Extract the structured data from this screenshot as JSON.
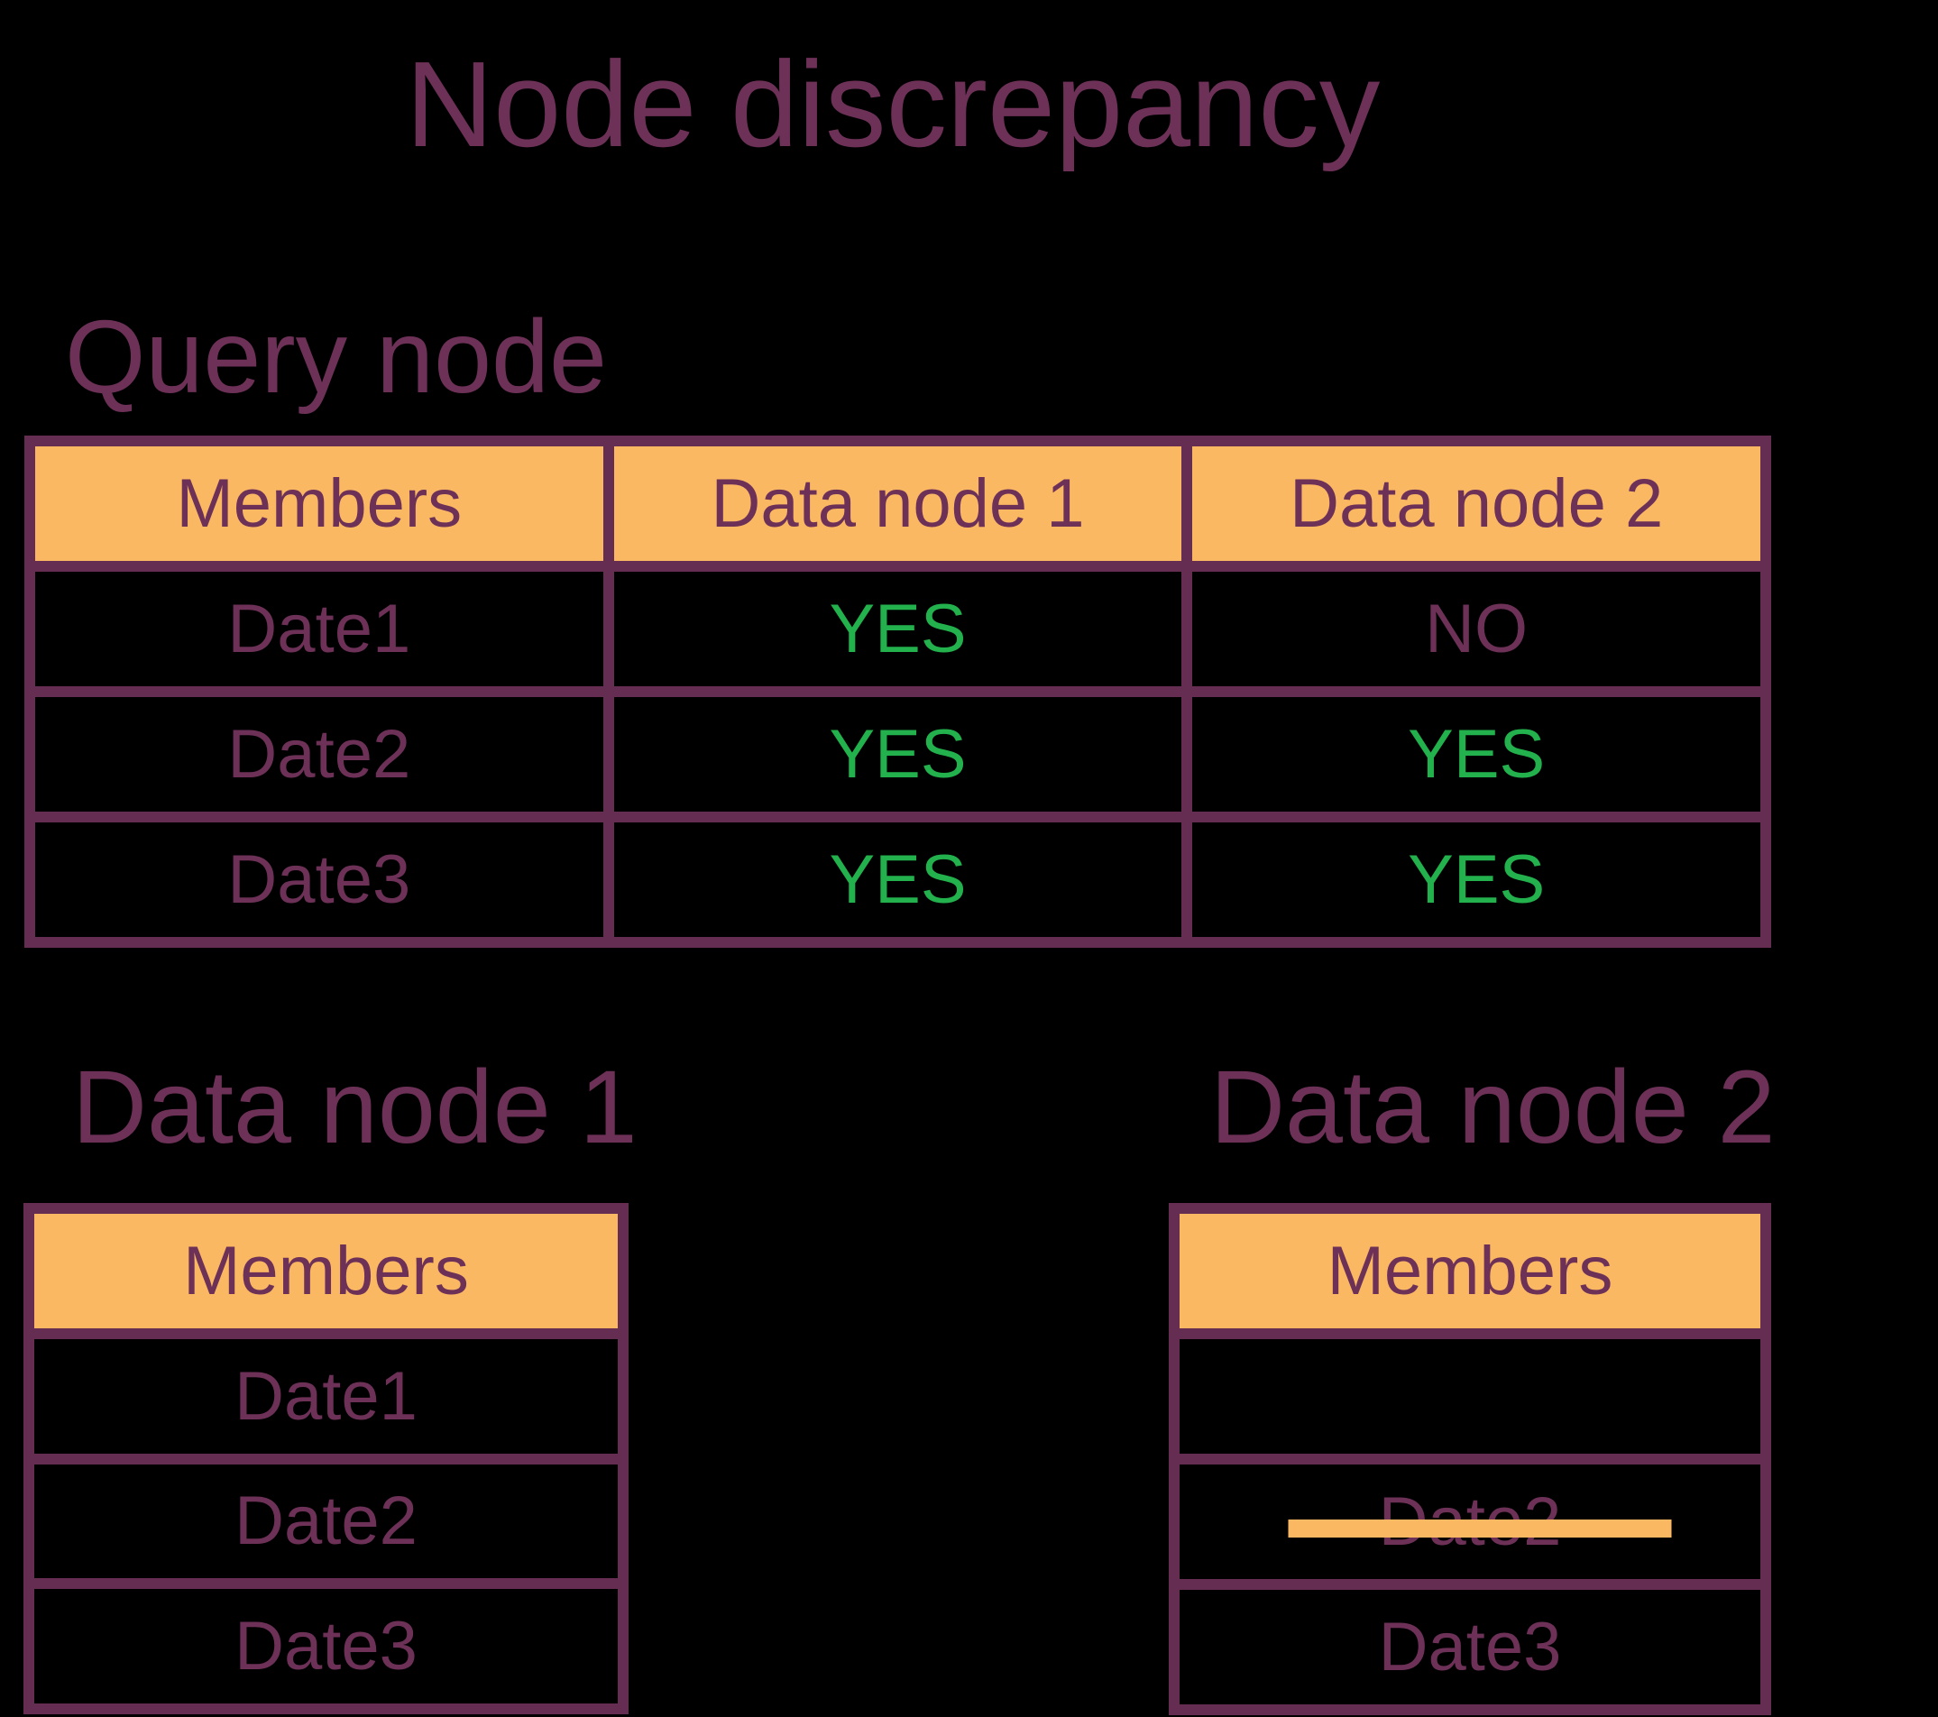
{
  "title": "Node discrepancy",
  "colors": {
    "background": "#000000",
    "text_purple": "#6d3158",
    "border_purple": "#662d52",
    "header_orange": "#fbb863",
    "yes_green": "#22b14c",
    "strikethrough_orange": "#fbb863"
  },
  "sections": {
    "query": {
      "heading": "Query node"
    },
    "node1": {
      "heading": "Data node 1"
    },
    "node2": {
      "heading": "Data node 2"
    }
  },
  "query_table": {
    "headers": [
      "Members",
      "Data node 1",
      "Data node 2"
    ],
    "rows": [
      {
        "member": "Date1",
        "node1": {
          "text": "YES",
          "cls": "val yes"
        },
        "node2": {
          "text": "NO",
          "cls": "val no"
        }
      },
      {
        "member": "Date2",
        "node1": {
          "text": "YES",
          "cls": "val yes"
        },
        "node2": {
          "text": "YES",
          "cls": "val yes"
        }
      },
      {
        "member": "Date3",
        "node1": {
          "text": "YES",
          "cls": "val yes"
        },
        "node2": {
          "text": "YES",
          "cls": "val yes"
        }
      }
    ]
  },
  "node1_table": {
    "header": "Members",
    "rows": [
      {
        "label": "Date1",
        "struck": false
      },
      {
        "label": "Date2",
        "struck": false
      },
      {
        "label": "Date3",
        "struck": false
      }
    ]
  },
  "node2_table": {
    "header": "Members",
    "rows": [
      {
        "label": "",
        "struck": false
      },
      {
        "label": "Date2",
        "struck": true
      },
      {
        "label": "Date3",
        "struck": false
      }
    ]
  }
}
